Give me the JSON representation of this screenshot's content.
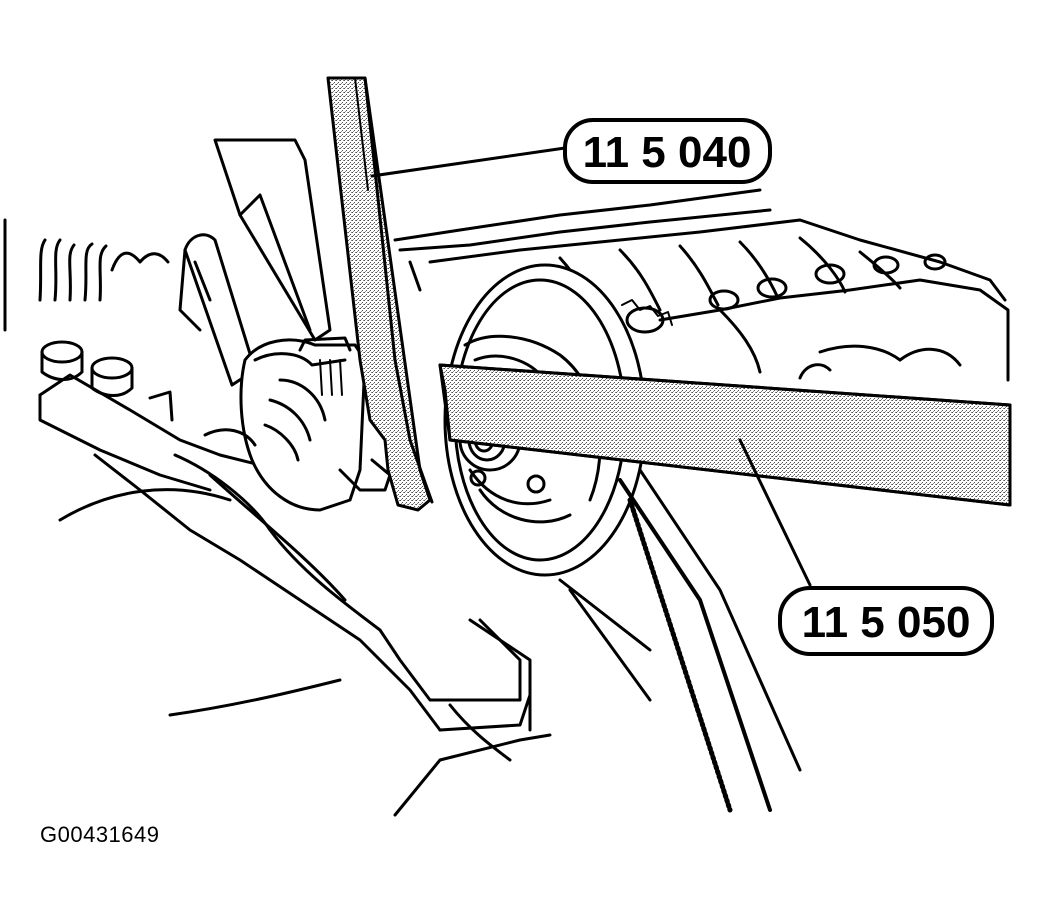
{
  "figure": {
    "id": "G00431649",
    "callouts": [
      {
        "id": "upper",
        "label": "11 5 040"
      },
      {
        "id": "lower",
        "label": "11 5 050"
      }
    ],
    "colors": {
      "line": "#000000",
      "background": "#ffffff",
      "stipple": "#7a7a7a"
    }
  }
}
